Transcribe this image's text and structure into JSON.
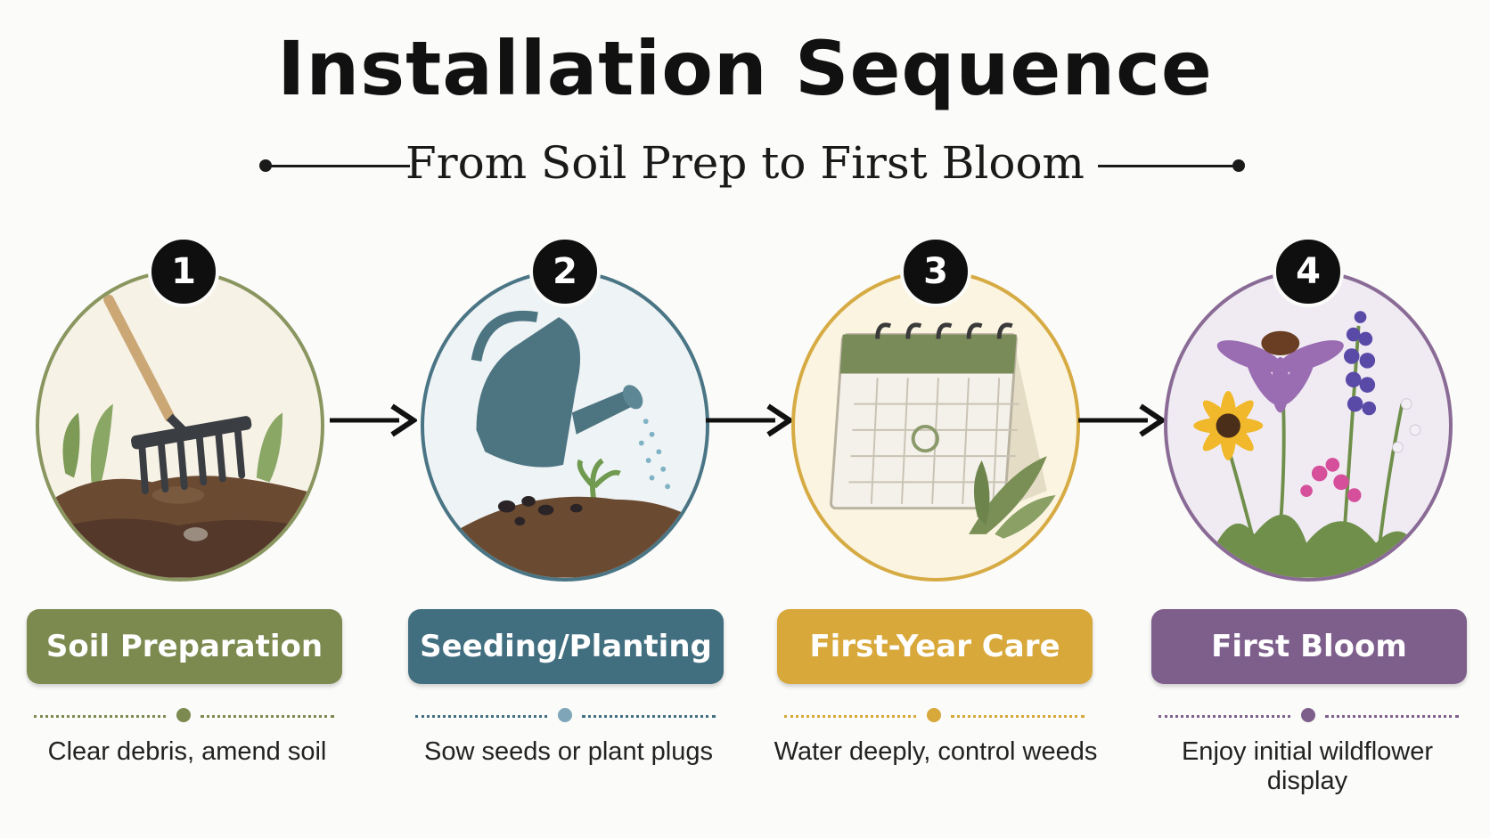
{
  "title": "Installation Sequence",
  "subtitle": "From Soil Prep to First Bloom",
  "steps": [
    {
      "number": "1",
      "label": "Soil Preparation",
      "description": "Clear debris, amend soil",
      "color": "#7c8a4f",
      "icon": "rake-soil-icon"
    },
    {
      "number": "2",
      "label": "Seeding/Planting",
      "description": "Sow seeds or plant plugs",
      "color": "#426f80",
      "icon": "watering-can-icon"
    },
    {
      "number": "3",
      "label": "First-Year Care",
      "description": "Water deeply, control weeds",
      "color": "#d8a83a",
      "icon": "calendar-icon"
    },
    {
      "number": "4",
      "label": "First Bloom",
      "description": "Enjoy initial wildflower display",
      "color": "#7e5f8c",
      "icon": "wildflowers-icon"
    }
  ]
}
